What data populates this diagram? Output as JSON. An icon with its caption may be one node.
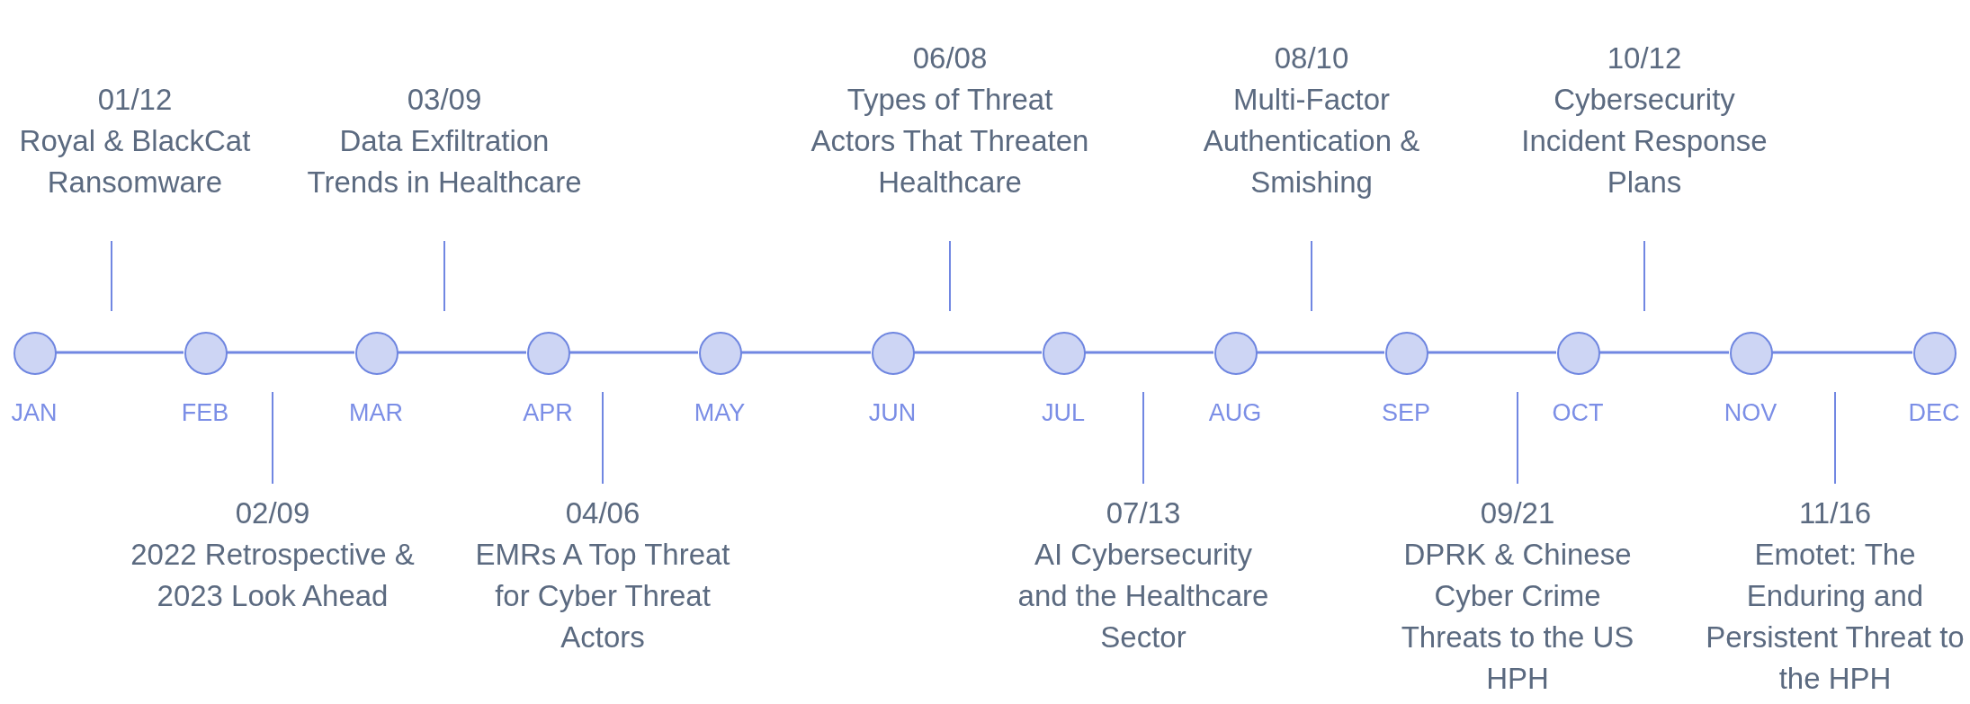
{
  "diagram": {
    "nodes": [
      {
        "text": [],
        "shape": "circle",
        "beside": [
          "JAN"
        ]
      },
      {
        "text": [],
        "shape": "circle",
        "beside": [
          "FEB"
        ]
      },
      {
        "text": [],
        "shape": "circle",
        "beside": [
          "MAR"
        ]
      },
      {
        "text": [],
        "shape": "circle",
        "beside": [
          "APR"
        ]
      },
      {
        "text": [],
        "shape": "circle",
        "beside": [
          "MAY"
        ]
      },
      {
        "text": [],
        "shape": "circle",
        "beside": [
          "JUN"
        ]
      },
      {
        "text": [],
        "shape": "circle",
        "beside": [
          "JUL"
        ]
      },
      {
        "text": [],
        "shape": "circle",
        "beside": [
          "AUG"
        ]
      },
      {
        "text": [],
        "shape": "circle",
        "beside": [
          "SEP"
        ]
      },
      {
        "text": [],
        "shape": "circle",
        "beside": [
          "OCT"
        ]
      },
      {
        "text": [],
        "shape": "circle",
        "beside": [
          "NOV"
        ]
      },
      {
        "text": [],
        "shape": "circle",
        "beside": [
          "DEC"
        ]
      }
    ],
    "edges": [
      {
        "from": 0,
        "to": 1,
        "arrow": "none"
      },
      {
        "from": 1,
        "to": 2,
        "arrow": "none"
      },
      {
        "from": 2,
        "to": 3,
        "arrow": "none"
      },
      {
        "from": 3,
        "to": 4,
        "arrow": "none"
      },
      {
        "from": 4,
        "to": 5,
        "arrow": "none"
      },
      {
        "from": 5,
        "to": 6,
        "arrow": "none"
      },
      {
        "from": 6,
        "to": 7,
        "arrow": "none"
      },
      {
        "from": 7,
        "to": 8,
        "arrow": "none"
      },
      {
        "from": 8,
        "to": 9,
        "arrow": "none"
      },
      {
        "from": 9,
        "to": 10,
        "arrow": "none"
      },
      {
        "from": 10,
        "to": 11,
        "arrow": "none"
      }
    ],
    "labels": [
      "01/12",
      "Royal & BlackCat Ransomware",
      "02/09",
      "2022 Retrospective & 2023 Look Ahead",
      "03/09",
      "Data Exfiltration Trends in Healthcare",
      "04/06",
      "EMRs A Top Threat for Cyber Threat Actors",
      "06/08",
      "Types of Threat Actors That Threaten Healthcare",
      "07/13",
      "AI Cybersecurity and the Healthcare Sector",
      "08/10",
      "Multi-Factor Authentication & Smishing",
      "09/21",
      "DPRK & Chinese Cyber Crime Threats to the US HPH",
      "10/12",
      "Cybersecurity Incident Response Plans",
      "11/16",
      "Emotet: The Enduring and Persistent Threat to the HPH"
    ]
  }
}
